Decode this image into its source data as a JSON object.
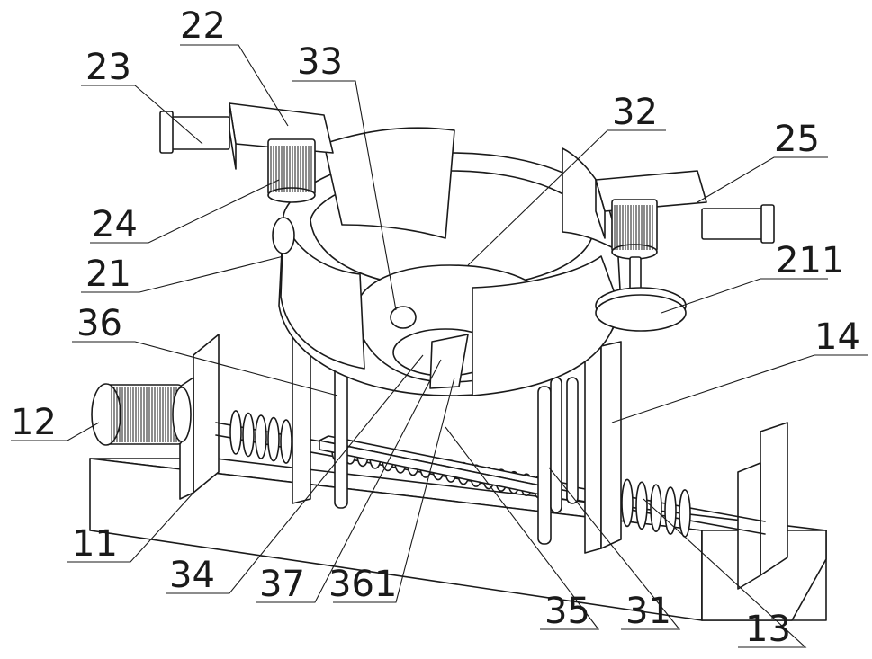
{
  "callouts": [
    {
      "id": "c22",
      "text": "22"
    },
    {
      "id": "c33",
      "text": "33"
    },
    {
      "id": "c23",
      "text": "23"
    },
    {
      "id": "c32",
      "text": "32"
    },
    {
      "id": "c25",
      "text": "25"
    },
    {
      "id": "c24",
      "text": "24"
    },
    {
      "id": "c211",
      "text": "211"
    },
    {
      "id": "c21",
      "text": "21"
    },
    {
      "id": "c36",
      "text": "36"
    },
    {
      "id": "c14",
      "text": "14"
    },
    {
      "id": "c12",
      "text": "12"
    },
    {
      "id": "c11",
      "text": "11"
    },
    {
      "id": "c34",
      "text": "34"
    },
    {
      "id": "c37",
      "text": "37"
    },
    {
      "id": "c361",
      "text": "361"
    },
    {
      "id": "c35",
      "text": "35"
    },
    {
      "id": "c31",
      "text": "31"
    },
    {
      "id": "c13",
      "text": "13"
    }
  ],
  "colors": {
    "ink": "#1a1a1a",
    "paper": "#ffffff"
  }
}
